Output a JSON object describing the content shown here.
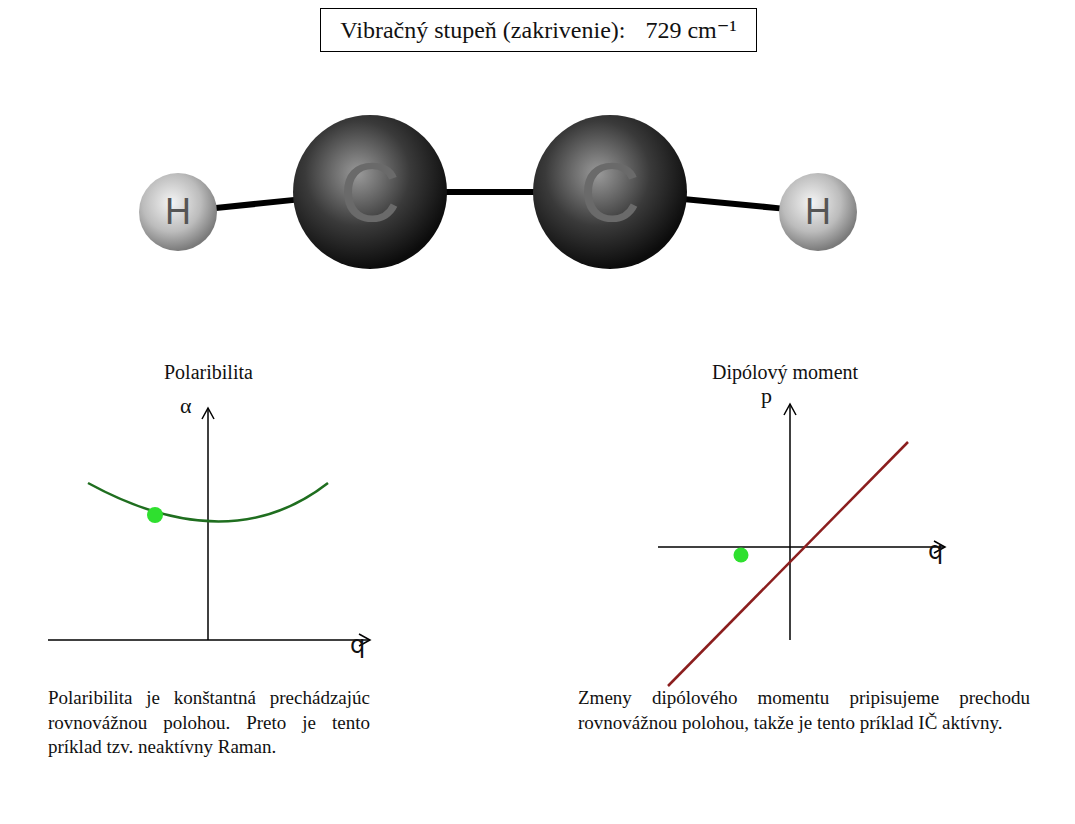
{
  "diagram": {
    "nodes": [
      {
        "text": [
          "Vibračný stupeň (zakrivenie):",
          "729 cm⁻¹"
        ]
      },
      {
        "text": [
          "H"
        ]
      },
      {
        "text": [
          "C"
        ]
      },
      {
        "text": [
          "C"
        ]
      },
      {
        "text": [
          "H"
        ]
      }
    ],
    "edges": [
      {
        "from": 1,
        "to": 2,
        "arrow": "none"
      },
      {
        "from": 2,
        "to": 3,
        "arrow": "none"
      },
      {
        "from": 3,
        "to": 4,
        "arrow": "none"
      }
    ],
    "labels": [
      "Polaribilita",
      "α",
      "q",
      "Dipólový moment",
      "p",
      "q",
      "Polaribilita je konštantná prechádzajúc rovnovážnou polohou. Preto je tento príklad tzv. neaktívny Raman.",
      "Zmeny dipólového momentu pripisujeme prechodu rovnovážnou polohou, takže je tento príklad IČ aktívny."
    ]
  }
}
